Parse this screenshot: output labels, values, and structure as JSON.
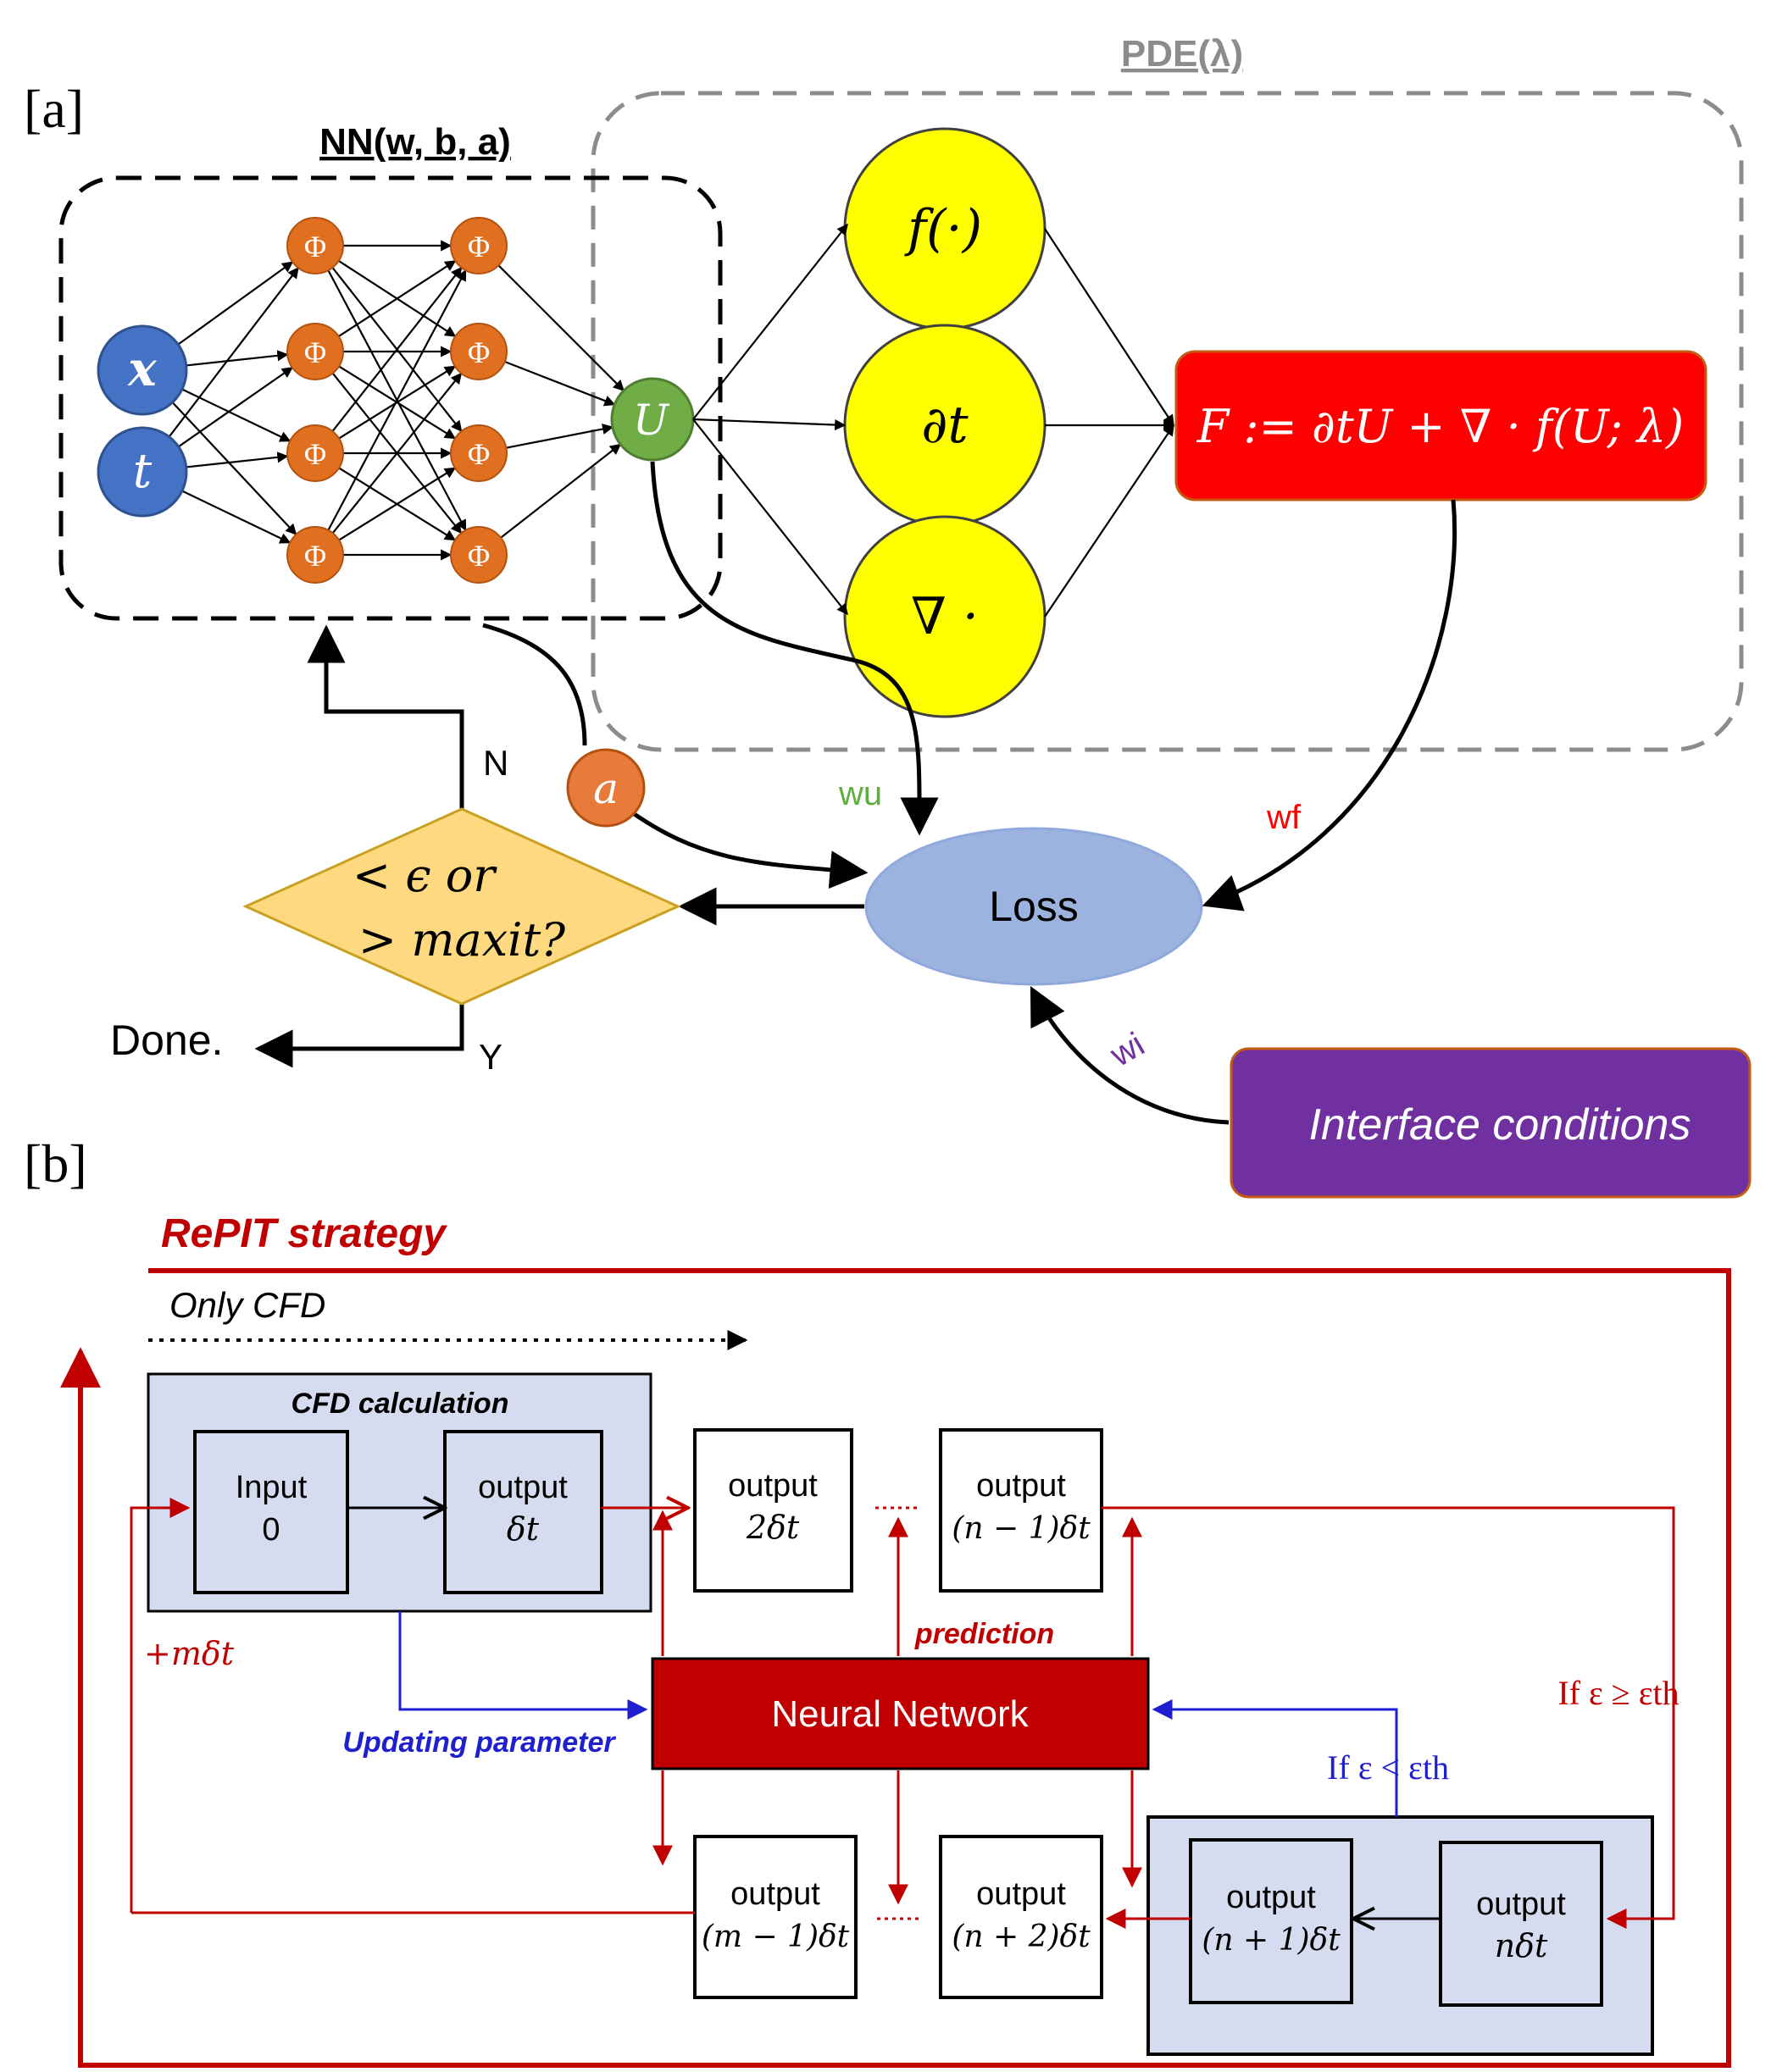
{
  "panel_a": {
    "label": "[a]",
    "nn_title": "NN(w, b, a)",
    "pde_title": "PDE(λ)",
    "inputs": [
      "x",
      "t"
    ],
    "activation_symbol": "Φ",
    "output_symbol": "U",
    "operators": [
      "f(·)",
      "∂t",
      "∇ ·"
    ],
    "residual": "F := ∂tU + ∇ · f(U; λ)",
    "a_node": "a",
    "loss": "Loss",
    "weights": {
      "wu": "wu",
      "wf": "wf",
      "wi": "wi"
    },
    "decision_line1": "< ϵ or",
    "decision_line2": "> maxit?",
    "branch_no": "N",
    "branch_yes": "Y",
    "done": "Done.",
    "interface": "Interface conditions",
    "colors": {
      "input_node": "#4472c4",
      "hidden_node": "#e07020",
      "output_node": "#70ad47",
      "operator_node": "#ffff00",
      "residual_box": "#ff0000",
      "loss": "#9db3df",
      "decision": "#ffd980",
      "interface": "#7030a0",
      "wu": "#5fad3f",
      "wf": "#ff0000",
      "wi": "#7030a0"
    }
  },
  "panel_b": {
    "label": "[b]",
    "title": "RePIT strategy",
    "only_cfd": "Only CFD",
    "cfd_calc": "CFD calculation",
    "boxes": {
      "input0": [
        "Input",
        "0"
      ],
      "out_dt": [
        "output",
        "δt"
      ],
      "out_2dt": [
        "output",
        "2δt"
      ],
      "out_n1dt": [
        "output",
        "(n − 1)δt"
      ],
      "out_m1dt": [
        "output",
        "(m − 1)δt"
      ],
      "out_n2dt": [
        "output",
        "(n + 2)δt"
      ],
      "out_np1dt": [
        "output",
        "(n + 1)δt"
      ],
      "out_ndt": [
        "output",
        "nδt"
      ]
    },
    "neural_network": "Neural Network",
    "prediction": "prediction",
    "updating": "Updating parameter",
    "plus_mdt": "+mδt",
    "cond_ge": "If ε ≥ εth",
    "cond_lt": "If ε < εth",
    "colors": {
      "frame": "#c00000",
      "neural_network": "#c00000",
      "cfd_bg": "#d6dcf0",
      "blue": "#1f1fd0"
    }
  }
}
